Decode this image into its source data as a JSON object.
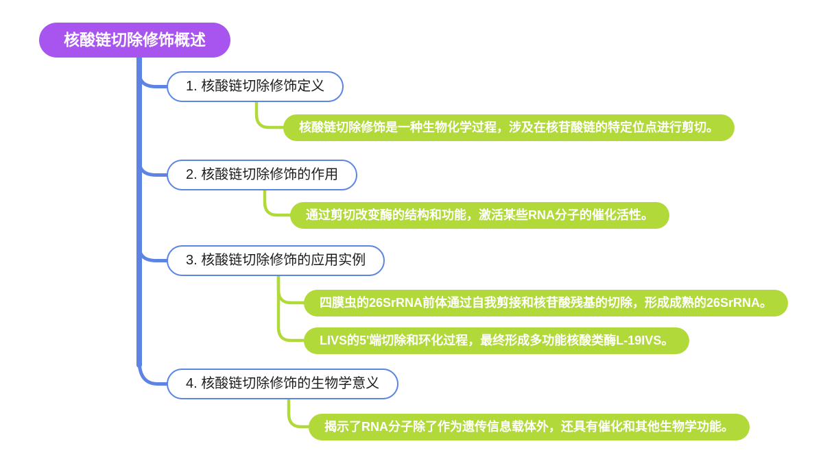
{
  "diagram": {
    "type": "mindmap",
    "root": {
      "label": "核酸链切除修饰概述"
    },
    "branches": [
      {
        "label": "1. 核酸链切除修饰定义",
        "children": [
          "核酸链切除修饰是一种生物化学过程，涉及在核苷酸链的特定位点进行剪切。"
        ]
      },
      {
        "label": "2. 核酸链切除修饰的作用",
        "children": [
          "通过剪切改变酶的结构和功能，激活某些RNA分子的催化活性。"
        ]
      },
      {
        "label": "3. 核酸链切除修饰的应用实例",
        "children": [
          "四膜虫的26SrRNA前体通过自我剪接和核苷酸残基的切除，形成成熟的26SrRNA。",
          "LIVS的5'端切除和环化过程，最终形成多功能核酸类酶L-19IVS。"
        ]
      },
      {
        "label": "4. 核酸链切除修饰的生物学意义",
        "children": [
          "揭示了RNA分子除了作为遗传信息载体外，还具有催化和其他生物学功能。"
        ]
      }
    ],
    "colors": {
      "root_fill": "#a855f0",
      "branch_border": "#5b84e4",
      "child_fill": "#b2d93a",
      "connector_blue": "#5b84e4",
      "connector_green": "#b2d93a"
    }
  }
}
